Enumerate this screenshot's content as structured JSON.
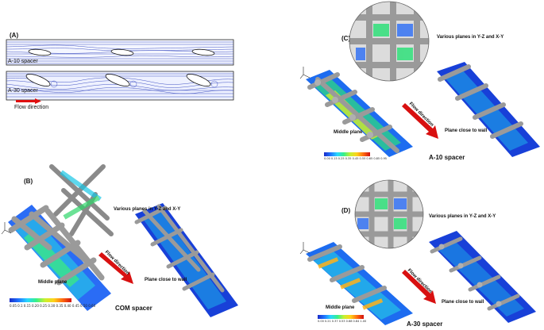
{
  "panelA": {
    "label": "(A)",
    "spacer_top": "A-10 spacer",
    "spacer_bottom": "A-30 spacer",
    "flow_direction": "Flow direction"
  },
  "panelB": {
    "label": "(B)",
    "planes_label": "Various planes in Y-Z and X-Y",
    "middle_plane": "Middle plane",
    "flow_direction": "Flow direction",
    "plane_close": "Plane close to wall",
    "caption": "COM spacer",
    "colorbar_ticks": "0.05 0.1 0.15 0.20 0.25 0.30 0.35 0.40 0.45 0.50 0.60"
  },
  "panelC": {
    "label": "(C)",
    "planes_label": "Various planes in Y-Z and X-Y",
    "middle_plane": "Middle plane",
    "flow_direction": "Flow direction",
    "plane_close": "Plane close to wall",
    "caption": "A-10 spacer",
    "colorbar_ticks": "0.00 0.15 0.25 0.35 0.45 0.55 0.65 0.85 0.95"
  },
  "panelD": {
    "label": "(D)",
    "planes_label": "Various planes in Y-Z and X-Y",
    "middle_plane": "Middle plane",
    "flow_direction": "Flow direction",
    "plane_close": "Plane close to wall",
    "caption": "A-30 spacer",
    "colorbar_ticks": "0.00 0.21 0.37 0.53 0.68 0.84 1.00"
  }
}
